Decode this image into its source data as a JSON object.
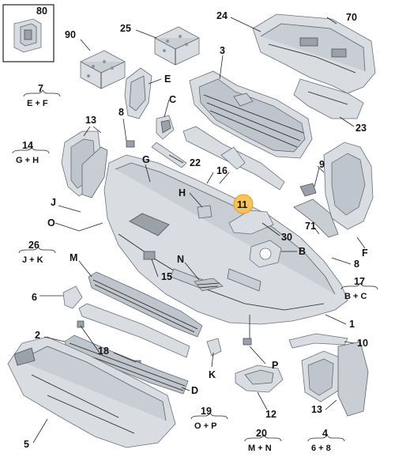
{
  "callouts": [
    {
      "id": "c80",
      "text": "80"
    },
    {
      "id": "c90",
      "text": "90"
    },
    {
      "id": "c25",
      "text": "25"
    },
    {
      "id": "c24",
      "text": "24"
    },
    {
      "id": "c70",
      "text": "70"
    },
    {
      "id": "c3",
      "text": "3"
    },
    {
      "id": "cE",
      "text": "E"
    },
    {
      "id": "c7",
      "text": "7"
    },
    {
      "id": "c8a",
      "text": "8"
    },
    {
      "id": "cC",
      "text": "C"
    },
    {
      "id": "c13a",
      "text": "13"
    },
    {
      "id": "c23",
      "text": "23"
    },
    {
      "id": "c14",
      "text": "14"
    },
    {
      "id": "cG",
      "text": "G"
    },
    {
      "id": "c22",
      "text": "22"
    },
    {
      "id": "c16",
      "text": "16"
    },
    {
      "id": "c9",
      "text": "9"
    },
    {
      "id": "cH",
      "text": "H"
    },
    {
      "id": "cJ",
      "text": "J"
    },
    {
      "id": "c11",
      "text": "11"
    },
    {
      "id": "cO",
      "text": "O"
    },
    {
      "id": "c30",
      "text": "30"
    },
    {
      "id": "c71",
      "text": "71"
    },
    {
      "id": "cF",
      "text": "F"
    },
    {
      "id": "c26",
      "text": "26"
    },
    {
      "id": "cB",
      "text": "B"
    },
    {
      "id": "c8b",
      "text": "8"
    },
    {
      "id": "cM",
      "text": "M"
    },
    {
      "id": "cN",
      "text": "N"
    },
    {
      "id": "c15",
      "text": "15"
    },
    {
      "id": "c17",
      "text": "17"
    },
    {
      "id": "c6a",
      "text": "6"
    },
    {
      "id": "c1",
      "text": "1"
    },
    {
      "id": "c2",
      "text": "2"
    },
    {
      "id": "c10",
      "text": "10"
    },
    {
      "id": "c18",
      "text": "18"
    },
    {
      "id": "cP",
      "text": "P"
    },
    {
      "id": "cK",
      "text": "K"
    },
    {
      "id": "cD",
      "text": "D"
    },
    {
      "id": "c12",
      "text": "12"
    },
    {
      "id": "c13b",
      "text": "13"
    },
    {
      "id": "c19",
      "text": "19"
    },
    {
      "id": "c5",
      "text": "5"
    },
    {
      "id": "c20",
      "text": "20"
    },
    {
      "id": "c4",
      "text": "4"
    }
  ],
  "combos": {
    "g7": "E + F",
    "g14": "G + H",
    "g26": "J + K",
    "g17": "B + C",
    "g19": "O + P",
    "g20": "M + N",
    "g4": "6 + 8"
  },
  "colors": {
    "highlight_fill": "#f5c35a",
    "highlight_stroke": "#e0a02a"
  }
}
